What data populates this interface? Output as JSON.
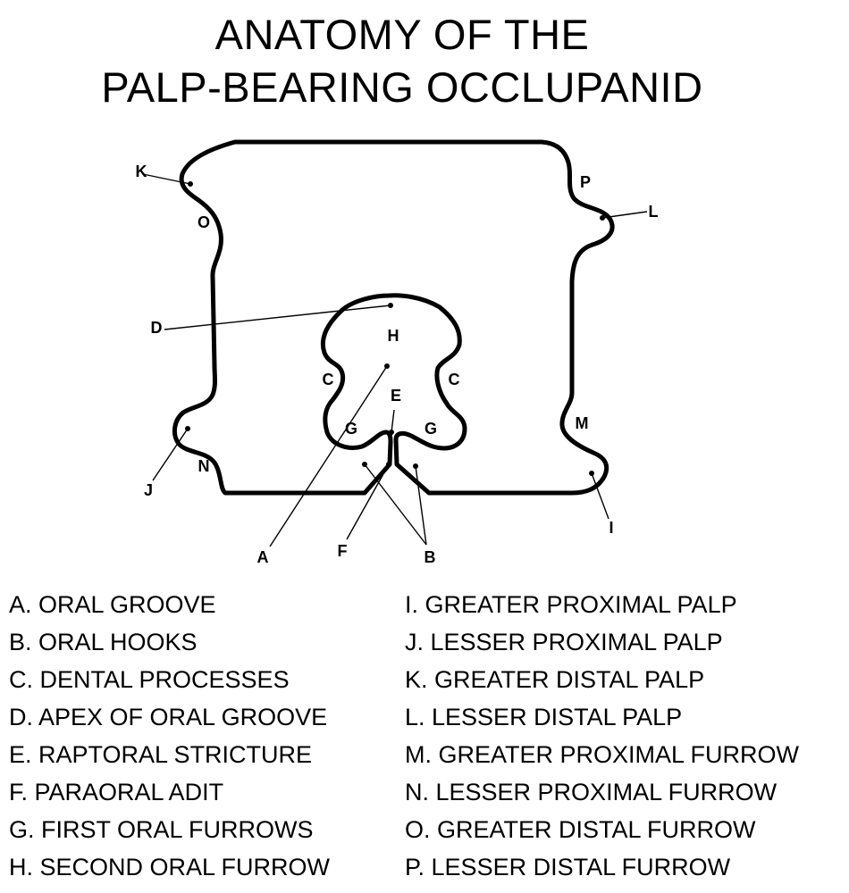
{
  "title": {
    "line1": "ANATOMY OF THE",
    "line2": "PALP-BEARING OCCLUPANID"
  },
  "diagram_labels": {
    "A": "A",
    "B": "B",
    "C1": "C",
    "C2": "C",
    "D": "D",
    "E": "E",
    "F": "F",
    "G1": "G",
    "G2": "G",
    "H": "H",
    "I": "I",
    "J": "J",
    "K": "K",
    "L": "L",
    "M": "M",
    "N": "N",
    "O": "O",
    "P": "P"
  },
  "legend": {
    "left": [
      "A. ORAL GROOVE",
      "B. ORAL HOOKS",
      "C. DENTAL PROCESSES",
      "D. APEX OF ORAL GROOVE",
      "E. RAPTORAL STRICTURE",
      "F. PARAORAL ADIT",
      "G. FIRST ORAL FURROWS",
      "H. SECOND ORAL FURROW"
    ],
    "right": [
      "I. GREATER PROXIMAL PALP",
      "J. LESSER PROXIMAL PALP",
      "K. GREATER DISTAL PALP",
      "L. LESSER DISTAL PALP",
      "M. GREATER PROXIMAL FURROW",
      "N. LESSER PROXIMAL FURROW",
      "O. GREATER DISTAL FURROW",
      "P. LESSER DISTAL FURROW"
    ]
  },
  "colors": {
    "ink": "#000000",
    "background": "#ffffff"
  }
}
